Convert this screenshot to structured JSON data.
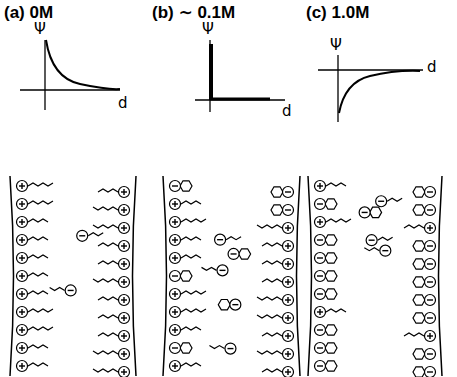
{
  "diagram": {
    "labels": [
      "(a) 0M",
      "(b) ∼ 0.1M",
      "(c) 1.0M",
      "Ψ",
      "d",
      "Ψ",
      "d",
      "Ψ",
      "d"
    ]
  }
}
